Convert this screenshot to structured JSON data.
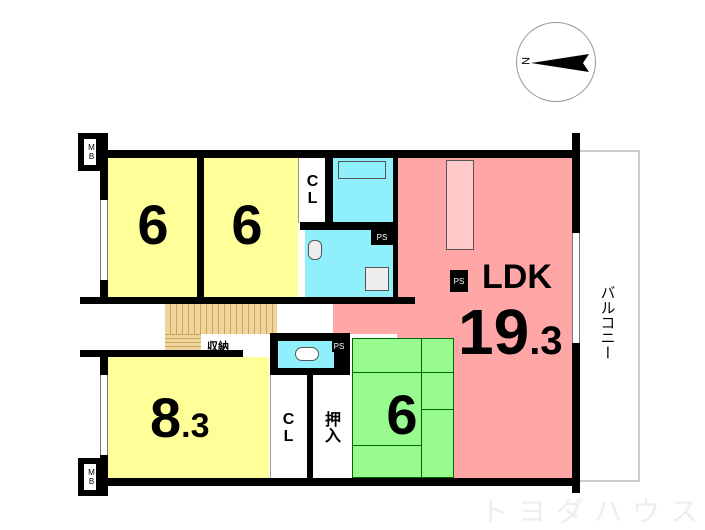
{
  "compass": {
    "north_label": "N"
  },
  "rooms": {
    "bedroom1": {
      "size": "6"
    },
    "bedroom2": {
      "size": "6"
    },
    "bedroom3": {
      "size_main": "8",
      "size_decimal": ".3"
    },
    "washitsu": {
      "size": "6"
    },
    "ldk": {
      "label": "LDK",
      "size_main": "19",
      "size_decimal": ".3"
    }
  },
  "labels": {
    "closet_upper": "CL",
    "closet_lower": "CL",
    "oshiire": "押入",
    "storage": "収納",
    "balcony": "バルコニー",
    "ps": "PS",
    "mb": "MB"
  },
  "watermark": "トヨダハウス",
  "colors": {
    "western": "#ffff99",
    "water": "#8ff0fb",
    "ldk": "#ffa6a6",
    "tatami": "#98fb8f"
  }
}
